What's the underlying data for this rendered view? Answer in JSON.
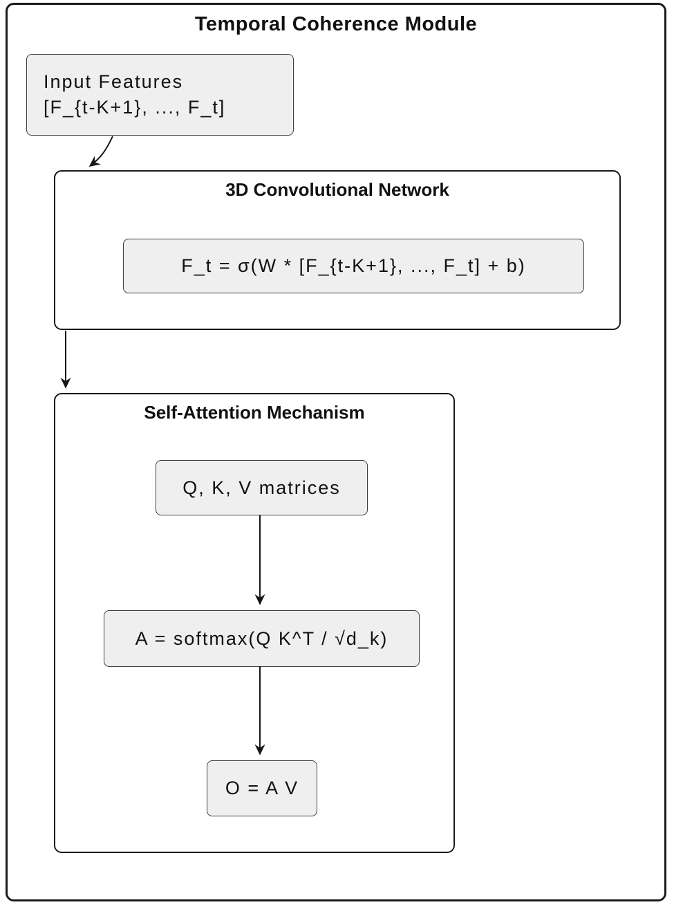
{
  "diagram": {
    "title": "Temporal Coherence Module",
    "input_node": {
      "line1": "Input Features",
      "line2": "[F_{t-K+1}, ..., F_t]"
    },
    "conv_group": {
      "title": "3D Convolutional Network",
      "formula": "F_t = σ(W * [F_{t-K+1}, ..., F_t] + b)"
    },
    "attention_group": {
      "title": "Self-Attention Mechanism",
      "qkv_label": "Q, K, V matrices",
      "attention_formula": "A = softmax(Q K^T / √d_k)",
      "output_formula": "O = A V"
    },
    "colors": {
      "node_fill": "#efefef",
      "node_border": "#3d3d3d",
      "group_border": "#1a1a1a",
      "arrow": "#161616",
      "text": "#111111",
      "background": "#ffffff"
    }
  }
}
